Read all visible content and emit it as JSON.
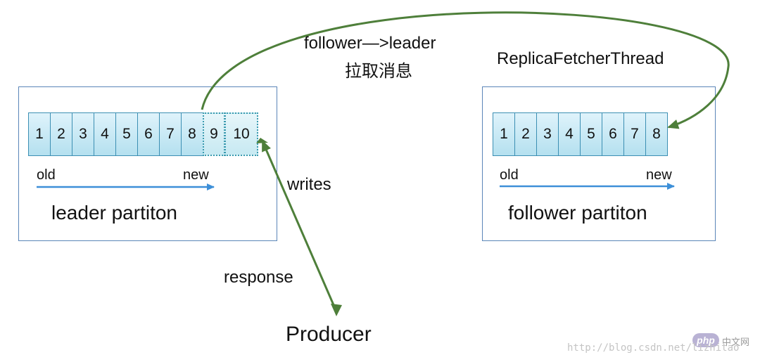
{
  "leader": {
    "cells": [
      "1",
      "2",
      "3",
      "4",
      "5",
      "6",
      "7",
      "8",
      "9",
      "10"
    ],
    "new_cells_count": 2,
    "old_label": "old",
    "new_label": "new",
    "title": "leader partiton"
  },
  "follower": {
    "cells": [
      "1",
      "2",
      "3",
      "4",
      "5",
      "6",
      "7",
      "8"
    ],
    "old_label": "old",
    "new_label": "new",
    "title": "follower partiton"
  },
  "annotations": {
    "pull_line1": "follower—>leader",
    "pull_line2": "拉取消息",
    "fetcher_thread": "ReplicaFetcherThread",
    "writes": "writes",
    "response": "response",
    "producer": "Producer"
  },
  "watermark": {
    "logo_text": "php",
    "site_text": "中文网",
    "url": "http://blog.csdn.net/lizhitao"
  },
  "colors": {
    "box_border": "#5b86b8",
    "cell_border": "#3c8fb3",
    "cell_fill": "#c9ecf6",
    "timeline_arrow": "#3d8fd8",
    "flow_arrow": "#4e7f3a"
  }
}
